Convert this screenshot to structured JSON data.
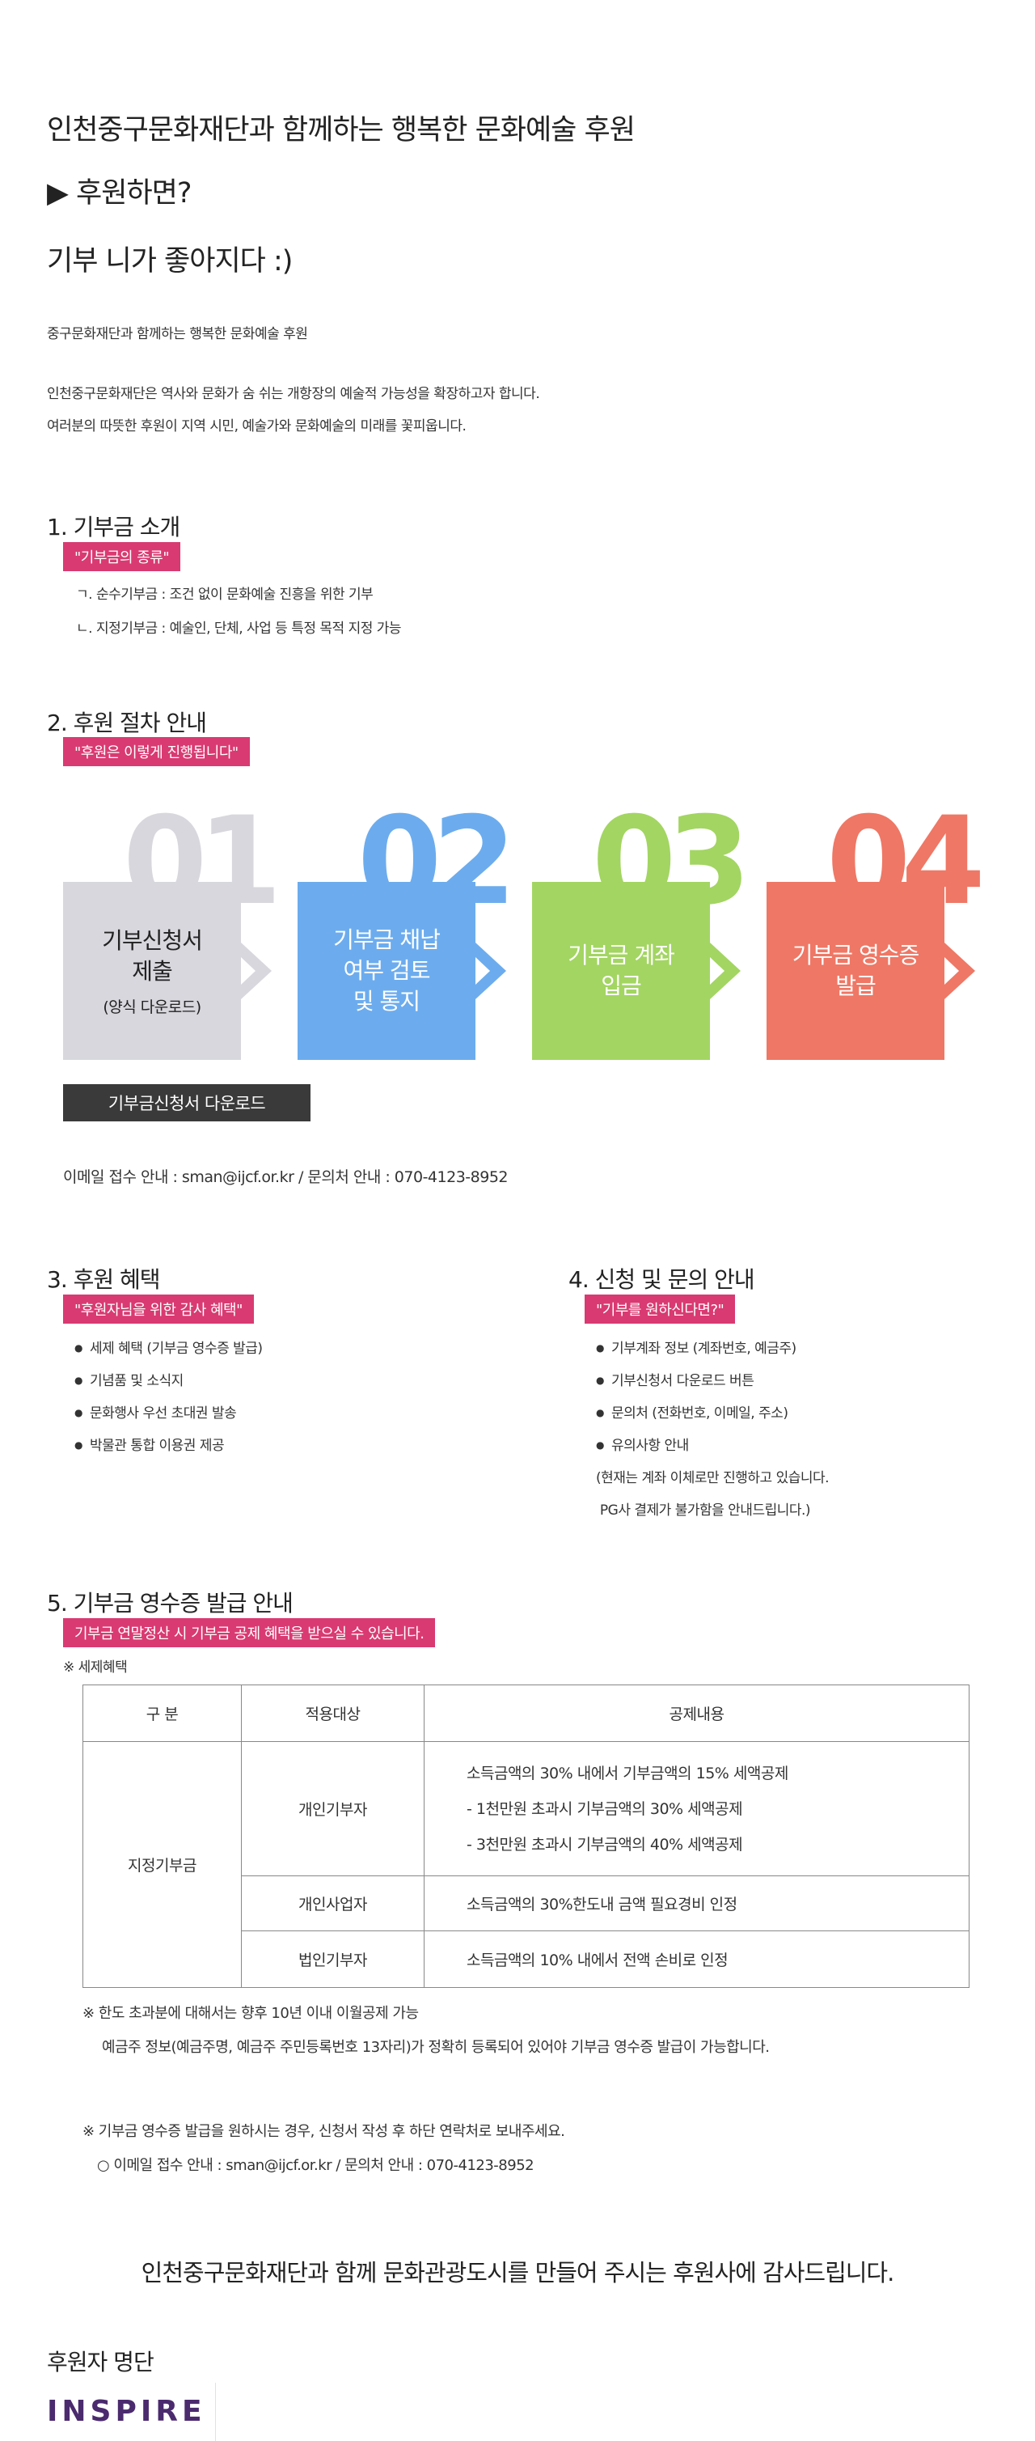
{
  "intro": {
    "line1": "인천중구문화재단과 함께하는 행복한 문화예술 후원",
    "line2": "▶ 후원하면?",
    "line3": "기부 니가 좋아지다 :)",
    "sub": "중구문화재단과 함께하는 행복한 문화예술 후원",
    "desc1": "인천중구문화재단은 역사와 문화가 숨 쉬는 개항장의 예술적 가능성을 확장하고자 합니다.",
    "desc2": "여러분의 따뜻한 후원이 지역 시민, 예술가와 문화예술의 미래를 꽃피웁니다."
  },
  "s1": {
    "title": "1. 기부금 소개",
    "tag": "\"기부금의 종류\"",
    "items": [
      "ㄱ. 순수기부금 : 조건 없이 문화예술 진흥을 위한 기부",
      "ㄴ. 지정기부금 : 예술인, 단체, 사업 등 특정 목적 지정 가능"
    ]
  },
  "s2": {
    "title": "2. 후원 절차 안내",
    "tag": "\"후원은 이렇게 진행됩니다\"",
    "steps": [
      {
        "num": "01",
        "title": "기부신청서\n제출",
        "sub": "(양식 다운로드)",
        "color": "#d7d7dd",
        "num_color": "#d7d7dd",
        "text_color": "#222222"
      },
      {
        "num": "02",
        "title": "기부금 채납\n여부 검토\n및 통지",
        "sub": "",
        "color": "#6cacee",
        "num_color": "#6cacee",
        "text_color": "#ffffff"
      },
      {
        "num": "03",
        "title": "기부금 계좌\n입금",
        "sub": "",
        "color": "#a3d562",
        "num_color": "#a3d562",
        "text_color": "#ffffff"
      },
      {
        "num": "04",
        "title": "기부금 영수증\n발급",
        "sub": "",
        "color": "#ef7765",
        "num_color": "#ef7765",
        "text_color": "#ffffff"
      }
    ],
    "download_label": "기부금신청서 다운로드",
    "contact": "이메일 접수 안내 : sman@ijcf.or.kr /  문의처 안내 : 070-4123-8952"
  },
  "s3": {
    "title": "3. 후원 혜택",
    "tag": "\"후원자님을 위한 감사 혜택\"",
    "items": [
      "세제 혜택 (기부금 영수증 발급)",
      "기념품 및 소식지",
      "문화행사 우선 초대권 발송",
      "박물관 통합 이용권 제공"
    ]
  },
  "s4": {
    "title": "4. 신청 및 문의 안내",
    "tag": "\"기부를 원하신다면?\"",
    "items": [
      "기부계좌 정보 (계좌번호, 예금주)",
      "기부신청서 다운로드 버튼",
      "문의처 (전화번호, 이메일, 주소)",
      "유의사항 안내"
    ],
    "note1": "(현재는 계좌 이체로만 진행하고 있습니다.",
    "note2": " PG사 결제가 불가함을 안내드립니다.)"
  },
  "s5": {
    "title": "5. 기부금 영수증 발급 안내",
    "tag": "기부금 연말정산 시 기부금 공제 혜택을 받으실 수 있습니다.",
    "note": "※ 세제혜택",
    "table": {
      "headers": [
        "구 분",
        "적용대상",
        "공제내용"
      ],
      "group": "지정기부금",
      "rows": [
        {
          "target": "개인기부자",
          "content": [
            "소득금액의 30% 내에서 기부금액의 15% 세액공제",
            "- 1천만원 초과시 기부금액의 30% 세액공제",
            "- 3천만원 초과시 기부금액의 40% 세액공제"
          ]
        },
        {
          "target": "개인사업자",
          "content": [
            "소득금액의 30%한도내 금액 필요경비 인정"
          ]
        },
        {
          "target": "법인기부자",
          "content": [
            "소득금액의 10% 내에서 전액 손비로 인정"
          ]
        }
      ]
    },
    "foot1": "※ 한도 초과분에 대해서는 향후 10년 이내 이월공제 가능",
    "foot2": "예금주 정보(예금주명, 예금주 주민등록번호 13자리)가 정확히 등록되어 있어야 기부금 영수증 발급이 가능합니다.",
    "foot3": "※ 기부금 영수증 발급을 원하시는 경우, 신청서 작성 후 하단 연락처로 보내주세요.",
    "foot4": "○ 이메일 접수 안내 : sman@ijcf.or.kr /  문의처 안내 : 070-4123-8952"
  },
  "thanks": "인천중구문화재단과 함께 문화관광도시를 만들어 주시는 후원사에 감사드립니다.",
  "sponsors": {
    "title": "후원자 명단",
    "logo": "INSPIRE"
  }
}
